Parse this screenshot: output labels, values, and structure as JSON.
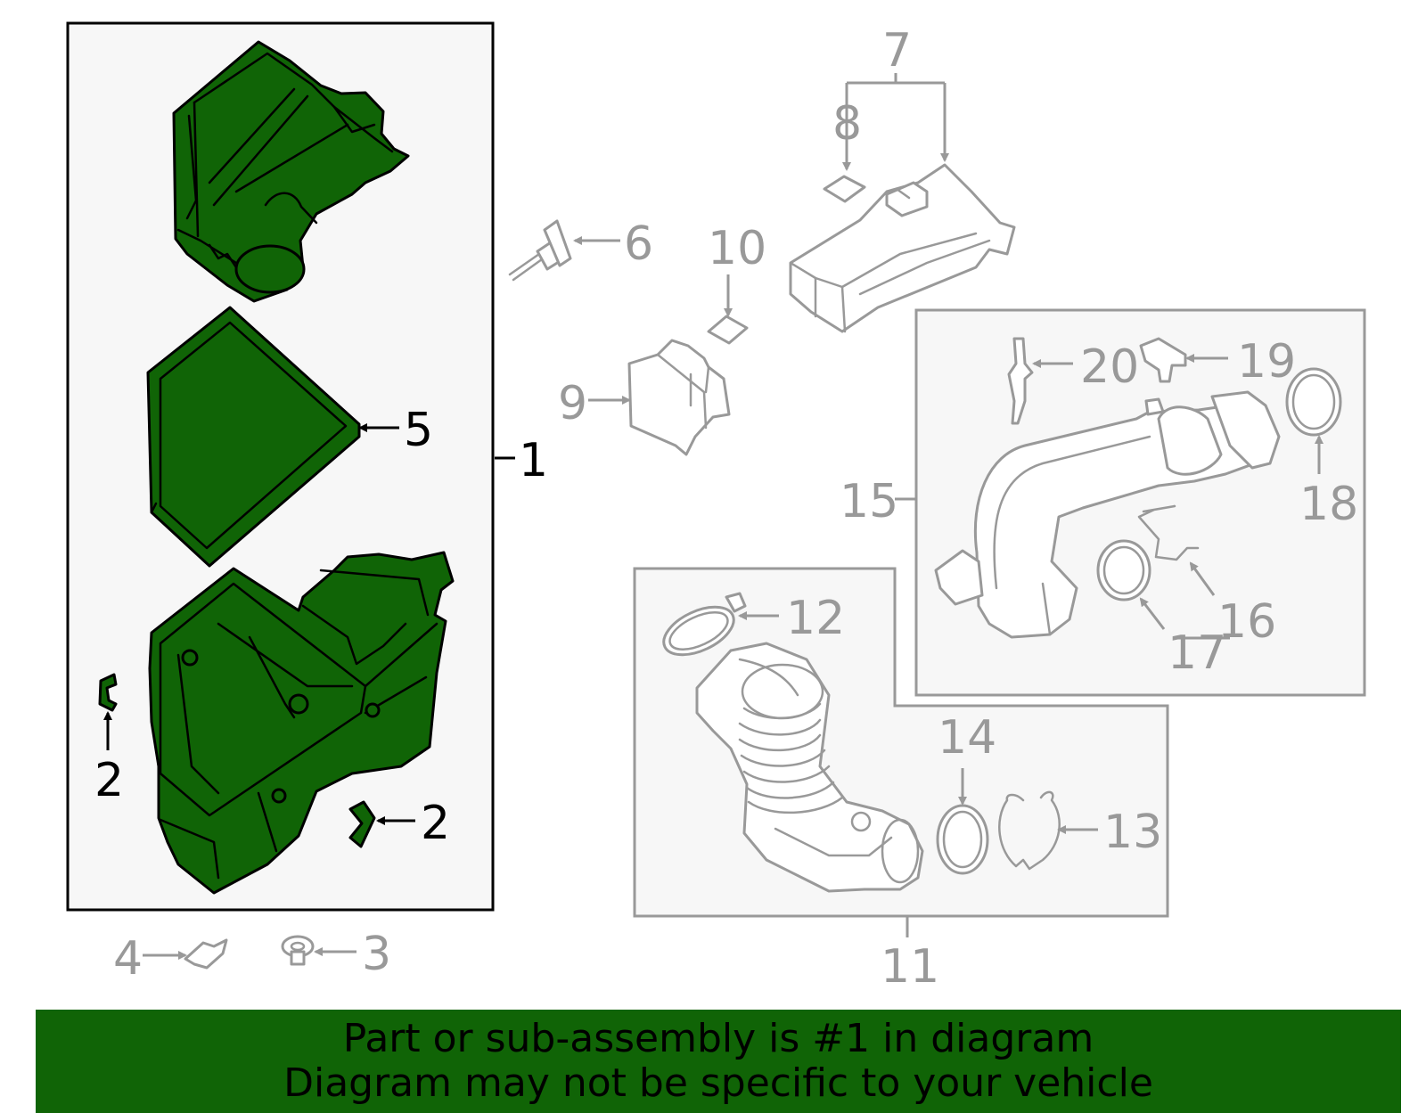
{
  "colors": {
    "highlight_green": "#106406",
    "line_grey": "#999999",
    "box_fill": "#f7f7f7",
    "line_black": "#000000"
  },
  "callouts": {
    "c1": "1",
    "c2a": "2",
    "c2b": "2",
    "c3": "3",
    "c4": "4",
    "c5": "5",
    "c6": "6",
    "c7": "7",
    "c8": "8",
    "c9": "9",
    "c10": "10",
    "c11": "11",
    "c12": "12",
    "c13": "13",
    "c14": "14",
    "c15": "15",
    "c16": "16",
    "c17": "17",
    "c18": "18",
    "c19": "19",
    "c20": "20"
  },
  "footer": {
    "line1": "Part or sub-assembly is #1 in diagram",
    "line2": "Diagram may not be specific to your vehicle"
  }
}
